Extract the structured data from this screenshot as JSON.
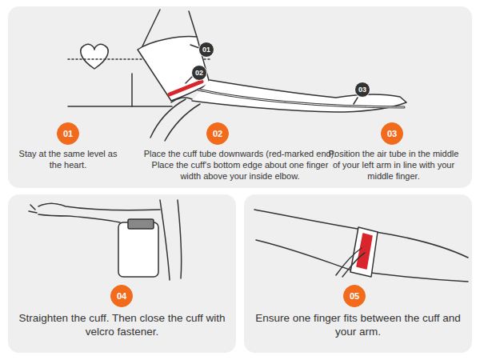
{
  "diagram": {
    "nodes": [
      {
        "text": [
          "01"
        ]
      },
      {
        "text": [
          "02"
        ]
      },
      {
        "text": [
          "03"
        ]
      },
      {
        "text": [
          "01"
        ]
      },
      {
        "text": [
          "02"
        ]
      },
      {
        "text": [
          "03"
        ]
      },
      {
        "text": [
          "04"
        ]
      },
      {
        "text": [
          "05"
        ]
      }
    ],
    "labels": [
      "Stay at the same level as the heart.",
      "Place the cuff tube downwards (red-marked end). Place the cuff's bottom edge about one finger width above your inside elbow.",
      "Position the air tube in the middle of your left arm in line with your middle finger.",
      "Straighten the cuff. Then close the cuff with velcro fastener.",
      "Ensure one finger fits between the cuff and your arm."
    ]
  }
}
